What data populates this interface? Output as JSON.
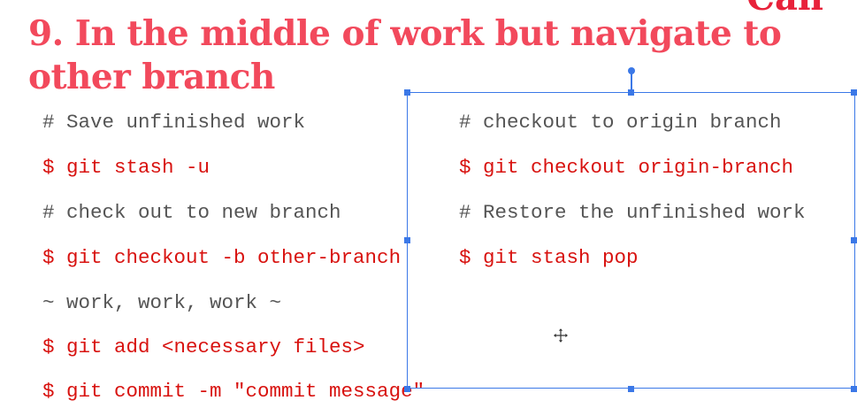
{
  "slide": {
    "corner_text": "Can",
    "title": "9. In the middle of work but navigate to other branch",
    "left_lines": [
      {
        "text": "# Save unfinished work",
        "kind": "comment"
      },
      {
        "text": "$ git stash -u",
        "kind": "cmd"
      },
      {
        "text": "# check out to new branch",
        "kind": "comment"
      },
      {
        "text": "$ git checkout -b other-branch",
        "kind": "cmd"
      },
      {
        "text": "~ work, work, work ~",
        "kind": "comment"
      },
      {
        "text": "$ git add <necessary files>",
        "kind": "cmd"
      },
      {
        "text": "$ git commit -m \"commit message\"",
        "kind": "cmd"
      }
    ],
    "right_lines": [
      {
        "text": "# checkout to origin branch",
        "kind": "comment"
      },
      {
        "text": "$ git checkout origin-branch",
        "kind": "cmd"
      },
      {
        "text": "# Restore the unfinished work",
        "kind": "comment"
      },
      {
        "text": "$ git stash pop",
        "kind": "cmd"
      }
    ]
  },
  "colors": {
    "title": "#f2495c",
    "command": "#d8120f",
    "comment": "#555555",
    "selection": "#3b78e7"
  },
  "icons": {
    "cursor": "move-cursor-icon"
  }
}
